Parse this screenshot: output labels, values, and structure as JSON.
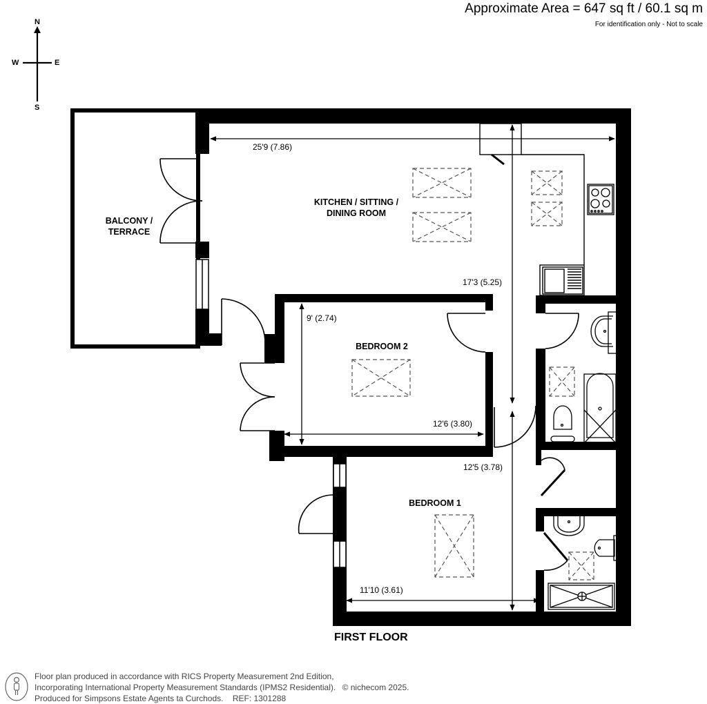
{
  "header": {
    "area": "Approximate Area = 647 sq ft / 60.1 sq m",
    "note": "For identification only - Not to scale"
  },
  "compass": {
    "north": "N",
    "south": "S",
    "east": "E",
    "west": "W"
  },
  "rooms": {
    "balcony": {
      "line1": "BALCONY /",
      "line2": "TERRACE"
    },
    "kitchen": {
      "line1": "KITCHEN / SITTING /",
      "line2": "DINING ROOM"
    },
    "bedroom2": {
      "label": "BEDROOM 2"
    },
    "bedroom1": {
      "label": "BEDROOM 1"
    }
  },
  "dimensions": {
    "kitchen_width": "25'9 (7.86)",
    "kitchen_depth": "17'3 (5.25)",
    "bedroom2_depth": "9' (2.74)",
    "bedroom2_width": "12'6 (3.80)",
    "bedroom1_depth": "12'5 (3.78)",
    "bedroom1_width": "11'10 (3.61)"
  },
  "floor_title": "FIRST FLOOR",
  "footer": {
    "line1": "Floor plan produced in accordance with RICS Property Measurement 2nd Edition,",
    "line2": "Incorporating International Property Measurement Standards (IPMS2 Residential).",
    "copyright": "© nichecom 2025.",
    "line3": "Produced for Simpsons Estate Agents ta Curchods.",
    "ref": "REF: 1301288"
  },
  "colors": {
    "wall": "#000000",
    "background": "#ffffff",
    "footer_text": "#444444"
  }
}
